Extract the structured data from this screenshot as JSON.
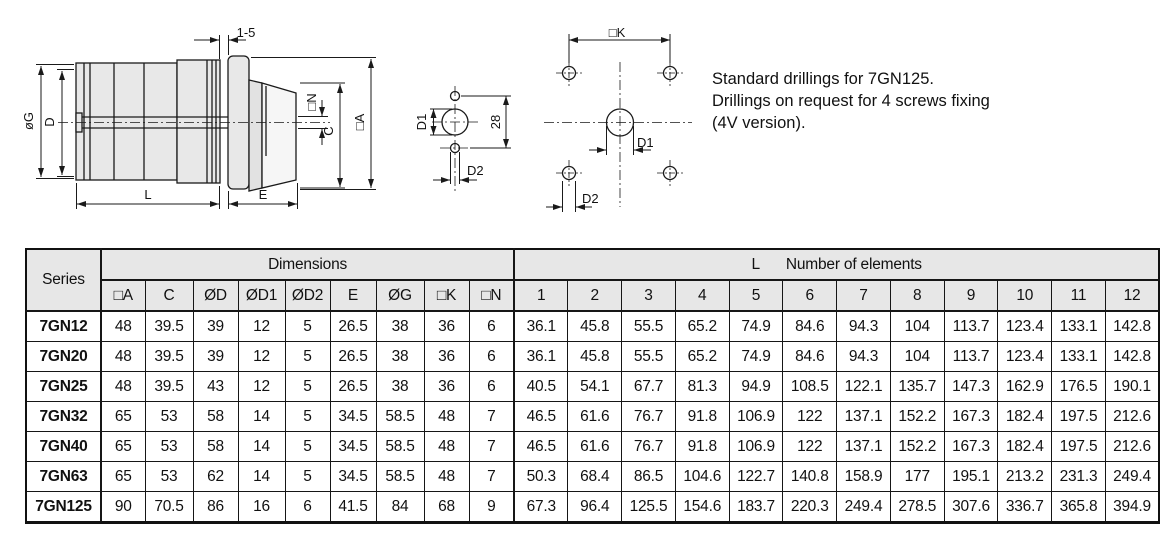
{
  "note": {
    "line1": "Standard drillings for 7GN125.",
    "line2": "Drillings on request for 4 screws fixing",
    "line3": "(4V version)."
  },
  "drawings": {
    "side_view": {
      "gap_label": "1-5",
      "diameter_g_label": "øG",
      "d_label": "D",
      "l_label": "L",
      "e_label": "E",
      "n_label": "□N",
      "c_label": "C",
      "a_label": "□A"
    },
    "shaft_view": {
      "d1_label": "D1",
      "d2_label": "D2",
      "spacing_label": "28"
    },
    "drilling_view": {
      "k_label": "□K",
      "d1_label": "D1",
      "d2_label": "D2"
    }
  },
  "table": {
    "series_header": "Series",
    "dimensions_header": "Dimensions",
    "elements_header_l": "L",
    "elements_header_text": "Number of elements",
    "dim_columns": [
      "□A",
      "C",
      "ØD",
      "ØD1",
      "ØD2",
      "E",
      "ØG",
      "□K",
      "□N"
    ],
    "element_columns": [
      "1",
      "2",
      "3",
      "4",
      "5",
      "6",
      "7",
      "8",
      "9",
      "10",
      "11",
      "12"
    ],
    "rows": [
      {
        "series": "7GN12",
        "dims": [
          "48",
          "39.5",
          "39",
          "12",
          "5",
          "26.5",
          "38",
          "36",
          "6"
        ],
        "lengths": [
          "36.1",
          "45.8",
          "55.5",
          "65.2",
          "74.9",
          "84.6",
          "94.3",
          "104",
          "113.7",
          "123.4",
          "133.1",
          "142.8"
        ]
      },
      {
        "series": "7GN20",
        "dims": [
          "48",
          "39.5",
          "39",
          "12",
          "5",
          "26.5",
          "38",
          "36",
          "6"
        ],
        "lengths": [
          "36.1",
          "45.8",
          "55.5",
          "65.2",
          "74.9",
          "84.6",
          "94.3",
          "104",
          "113.7",
          "123.4",
          "133.1",
          "142.8"
        ]
      },
      {
        "series": "7GN25",
        "dims": [
          "48",
          "39.5",
          "43",
          "12",
          "5",
          "26.5",
          "38",
          "36",
          "6"
        ],
        "lengths": [
          "40.5",
          "54.1",
          "67.7",
          "81.3",
          "94.9",
          "108.5",
          "122.1",
          "135.7",
          "147.3",
          "162.9",
          "176.5",
          "190.1"
        ]
      },
      {
        "series": "7GN32",
        "dims": [
          "65",
          "53",
          "58",
          "14",
          "5",
          "34.5",
          "58.5",
          "48",
          "7"
        ],
        "lengths": [
          "46.5",
          "61.6",
          "76.7",
          "91.8",
          "106.9",
          "122",
          "137.1",
          "152.2",
          "167.3",
          "182.4",
          "197.5",
          "212.6"
        ]
      },
      {
        "series": "7GN40",
        "dims": [
          "65",
          "53",
          "58",
          "14",
          "5",
          "34.5",
          "58.5",
          "48",
          "7"
        ],
        "lengths": [
          "46.5",
          "61.6",
          "76.7",
          "91.8",
          "106.9",
          "122",
          "137.1",
          "152.2",
          "167.3",
          "182.4",
          "197.5",
          "212.6"
        ]
      },
      {
        "series": "7GN63",
        "dims": [
          "65",
          "53",
          "62",
          "14",
          "5",
          "34.5",
          "58.5",
          "48",
          "7"
        ],
        "lengths": [
          "50.3",
          "68.4",
          "86.5",
          "104.6",
          "122.7",
          "140.8",
          "158.9",
          "177",
          "195.1",
          "213.2",
          "231.3",
          "249.4"
        ]
      },
      {
        "series": "7GN125",
        "dims": [
          "90",
          "70.5",
          "86",
          "16",
          "6",
          "41.5",
          "84",
          "68",
          "9"
        ],
        "lengths": [
          "67.3",
          "96.4",
          "125.5",
          "154.6",
          "183.7",
          "220.3",
          "249.4",
          "278.5",
          "307.6",
          "336.7",
          "365.8",
          "394.9"
        ]
      }
    ]
  }
}
